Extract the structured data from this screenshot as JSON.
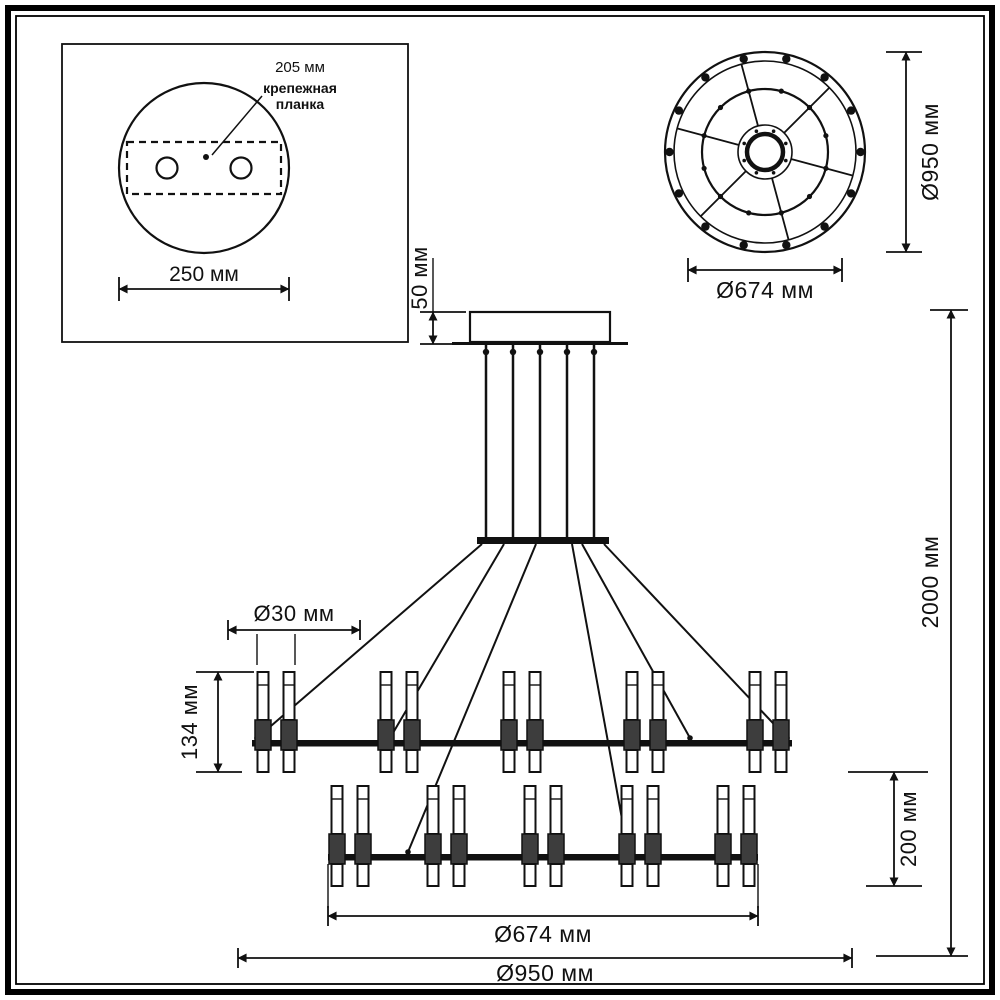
{
  "page": {
    "background_color": "#ffffff",
    "line_color": "#111111"
  },
  "mount_view": {
    "dim_bracket": "205 мм",
    "bracket_label_line1": "крепежная",
    "bracket_label_line2": "планка",
    "dim_canopy": "250 мм"
  },
  "top_view": {
    "dim_outer_diameter": "Ø950 мм",
    "dim_inner_diameter": "Ø674 мм"
  },
  "side_view": {
    "dim_canopy_height": "50 мм",
    "dim_lamp_diameter": "Ø30 мм",
    "dim_lamp_height": "134 мм",
    "dim_tier_gap": "200 мм",
    "dim_total_height": "2000 мм",
    "dim_inner_ring_diameter": "Ø674 мм",
    "dim_outer_ring_diameter": "Ø950 мм"
  }
}
